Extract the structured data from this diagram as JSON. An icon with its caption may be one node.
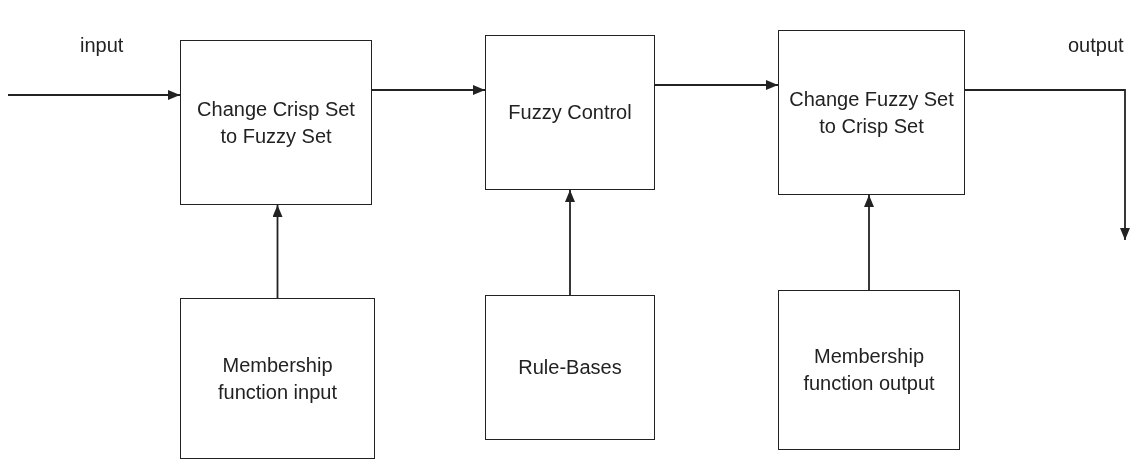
{
  "diagram": {
    "nodes": [
      {
        "text": [
          "Change Crisp Set to Fuzzy Set"
        ]
      },
      {
        "text": [
          "Fuzzy Control"
        ]
      },
      {
        "text": [
          "Change Fuzzy Set to Crisp Set"
        ]
      },
      {
        "text": [
          "Membership function input"
        ]
      },
      {
        "text": [
          "Rule-Bases"
        ]
      },
      {
        "text": [
          "Membership function output"
        ]
      }
    ],
    "edges": [
      {
        "from": null,
        "to": 0,
        "arrow": "to",
        "label": "input"
      },
      {
        "from": 0,
        "to": 1,
        "arrow": "to"
      },
      {
        "from": 1,
        "to": 2,
        "arrow": "to"
      },
      {
        "from": 2,
        "to": null,
        "arrow": "to",
        "label": "output"
      },
      {
        "from": 3,
        "to": 0,
        "arrow": "to"
      },
      {
        "from": 4,
        "to": 1,
        "arrow": "to"
      },
      {
        "from": 5,
        "to": 2,
        "arrow": "to"
      }
    ]
  }
}
